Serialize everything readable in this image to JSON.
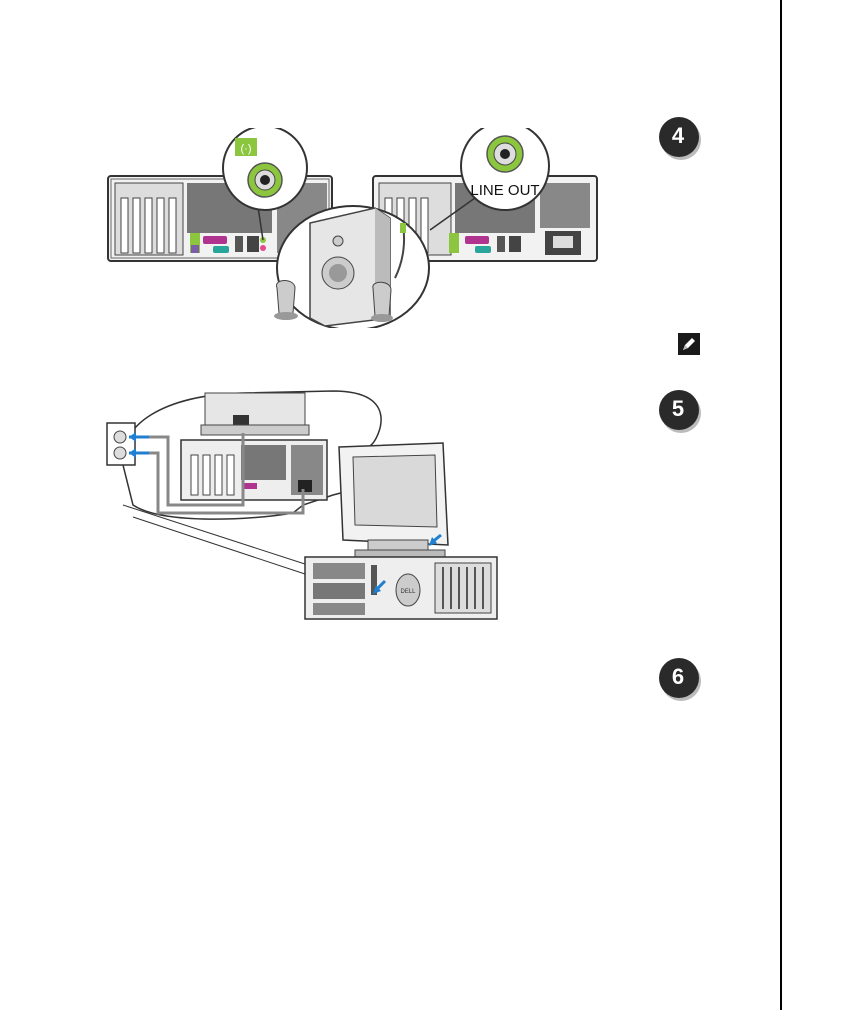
{
  "steps": [
    {
      "number": "4"
    },
    {
      "number": "5"
    },
    {
      "number": "6"
    }
  ],
  "figure_speakers": {
    "line_out_label": "LINE OUT",
    "line_out_icon": "line-out-icon"
  },
  "figure_power": {
    "brand_label": "DELL"
  },
  "icons": {
    "note": "pencil-note-icon"
  },
  "colors": {
    "step_badge": "#2a2a2a",
    "jack_green": "#8cc63f",
    "arrow_blue": "#1f7fd0",
    "parallel_magenta": "#b0338f",
    "serial_teal": "#2aa59a"
  }
}
